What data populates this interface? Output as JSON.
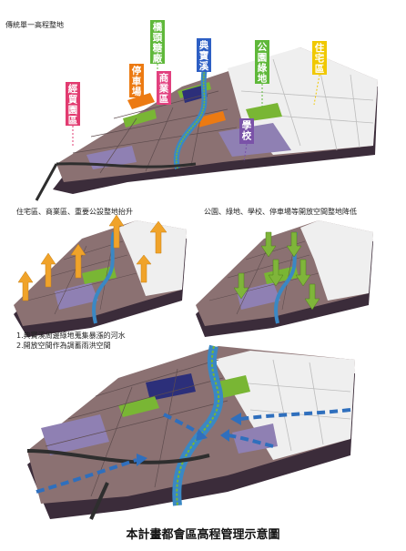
{
  "headings": {
    "top": "傳統單一高程整地",
    "mid_left": "住宅區、商業區、重要公設整地抬升",
    "mid_right": "公園、綠地、學校、停車場等開放空間整地降低",
    "note_1": "1.典寶溪周邊綠地蒐集暴漲的河水",
    "note_2": "2.開放空間作為調蓄雨洪空間",
    "title": "本計畫都會區高程管理示意圖"
  },
  "zone_labels": [
    {
      "id": "economic-park",
      "text": "經貿園區",
      "color": "#e23b70"
    },
    {
      "id": "parking",
      "text": "停車場",
      "color": "#ec7a12"
    },
    {
      "id": "bridgehead",
      "text": "橋頭糖廠",
      "color": "#5fb83a"
    },
    {
      "id": "commercial",
      "text": "商業區",
      "color": "#e2417f"
    },
    {
      "id": "river",
      "text": "典寶溪",
      "color": "#2d5fc4"
    },
    {
      "id": "school",
      "text": "學校",
      "color": "#7a52a8"
    },
    {
      "id": "park",
      "text": "公園綠地",
      "color": "#5fb83a"
    },
    {
      "id": "residential",
      "text": "住宅區",
      "color": "#f0c800"
    }
  ],
  "colors": {
    "block_brown": "#8b7172",
    "block_purple": "#8f80b3",
    "block_white": "#efefef",
    "green": "#79b634",
    "river": "#3a88c4",
    "road": "#2e2e2e",
    "base_dark": "#3b2c3a",
    "arrow_up": "#f0a32a",
    "arrow_down": "#7fb53a",
    "arrow_flow": "#2f6fbd"
  }
}
